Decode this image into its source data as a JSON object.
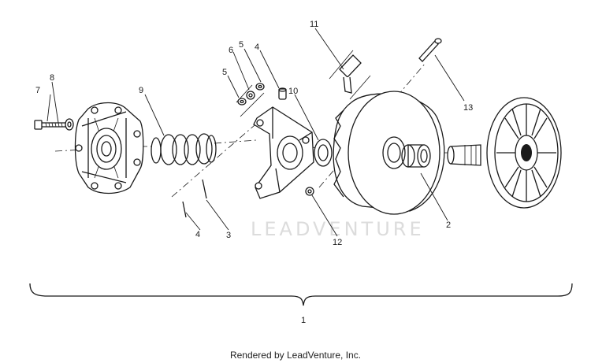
{
  "watermark": "LEADVENTURE",
  "footer": "Rendered by LeadVenture, Inc.",
  "callouts": {
    "c1": "1",
    "c2": "2",
    "c3": "3",
    "c4a": "4",
    "c4b": "4",
    "c5a": "5",
    "c5b": "5",
    "c6": "6",
    "c7": "7",
    "c8": "8",
    "c9": "9",
    "c10": "10",
    "c11": "11",
    "c12": "12",
    "c13": "13"
  }
}
